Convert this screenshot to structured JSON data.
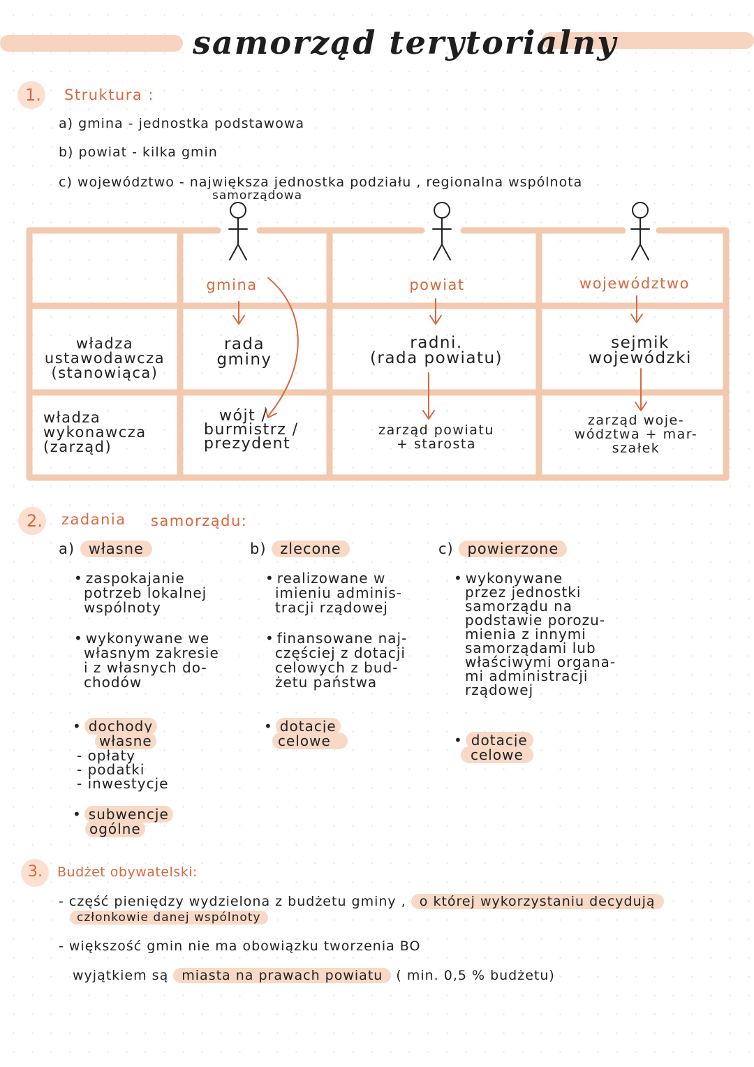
{
  "title": "samorząd terytorialny",
  "section1": {
    "number": "1.",
    "heading": "Struktura :",
    "items": [
      "a) gmina - jednostka podstawowa",
      "b) powiat - kilka gmin",
      "c) województwo - największa jednostka podziału , regionalna wspólnota"
    ],
    "item_c_subline": "samorządowa"
  },
  "table": {
    "columns": [
      "gmina",
      "powiat",
      "województwo"
    ],
    "row_labels": [
      [
        "władza",
        "ustawodawcza",
        "(stanowiąca)"
      ],
      [
        "władza",
        "wykonawcza",
        "(zarząd)"
      ]
    ],
    "legislative": [
      [
        "rada",
        "gminy"
      ],
      [
        "radni.",
        "(rada powiatu)"
      ],
      [
        "sejmik",
        "wojewódzki"
      ]
    ],
    "executive": [
      [
        "wójt /",
        "burmistrz /",
        "prezydent"
      ],
      [
        "zarząd powiatu",
        "+ starosta"
      ],
      [
        "zarząd woje-",
        "wództwa + mar-",
        "szałek"
      ]
    ]
  },
  "section2": {
    "number": "2.",
    "heading_a": "zadania",
    "heading_b": "samorządu:",
    "col_a": {
      "prefix": "a)",
      "label": "własne",
      "bullet1": [
        "zaspokajanie",
        "potrzeb lokalnej",
        "wspólnoty"
      ],
      "bullet2": [
        "wykonywane we",
        "własnym zakresie",
        "i z własnych do-",
        "chodów"
      ],
      "bullet3": [
        "dochody",
        "własne"
      ],
      "sublist": [
        "- opłaty",
        "- podatki",
        "- inwestycje"
      ],
      "bullet4": [
        "subwencje",
        "ogólne"
      ]
    },
    "col_b": {
      "prefix": "b)",
      "label": "zlecone",
      "bullet1": [
        "realizowane w",
        "imieniu adminis-",
        "tracji rządowej"
      ],
      "bullet2": [
        "finansowane naj-",
        "częściej z dotacji",
        "celowych z bud-",
        "żetu państwa"
      ],
      "bullet3": [
        "dotacje",
        "celowe"
      ]
    },
    "col_c": {
      "prefix": "c)",
      "label": "powierzone",
      "bullet1": [
        "wykonywane",
        "przez jednostki",
        "samorządu na",
        "podstawie porozu-",
        "mienia z innymi",
        "samorządami lub",
        "właściwymi organa-",
        "mi administracji",
        "rządowej"
      ],
      "bullet2": [
        "dotacje",
        "celowe"
      ]
    }
  },
  "section3": {
    "number": "3.",
    "heading": "Budżet obywatelski:",
    "line1_a": "- część pieniędzy wydzielona z budżetu gminy ,",
    "line1_b": "o której wykorzystaniu decydują",
    "line1_c": "członkowie danej wspólnoty",
    "line2": "- większość gmin nie ma obowiązku tworzenia BO",
    "line3_a": "wyjątkiem są",
    "line3_b": "miasta na prawach powiatu",
    "line3_c": "( min. 0,5 % budżetu)"
  },
  "colors": {
    "accent": "#d8683e",
    "highlight": "#f8d9c6",
    "table_lines": "#f2c9ae"
  }
}
